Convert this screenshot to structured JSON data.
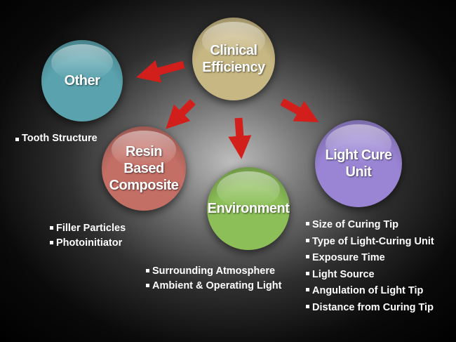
{
  "nodes": {
    "clinical": {
      "label": "Clinical\nEfficiency",
      "color": "#c7b783"
    },
    "other": {
      "label": "Other",
      "color": "#5aa3ae"
    },
    "resin": {
      "label": "Resin\nBased\nComposite",
      "color": "#c46f66"
    },
    "environment": {
      "label": "Environment",
      "color": "#8cbf58"
    },
    "light": {
      "label": "Light Cure\nUnit",
      "color": "#9a85d4"
    }
  },
  "lists": {
    "other": [
      "Tooth Structure"
    ],
    "resin": [
      "Filler Particles",
      "Photoinitiator"
    ],
    "environment": [
      "Surrounding Atmosphere",
      "Ambient & Operating Light"
    ],
    "light": [
      "Size of Curing Tip",
      "Type of Light-Curing Unit",
      "Exposure Time",
      "Light Source",
      "Angulation of Light Tip",
      "Distance from Curing Tip"
    ]
  },
  "arrow_color": "#d21f1b"
}
